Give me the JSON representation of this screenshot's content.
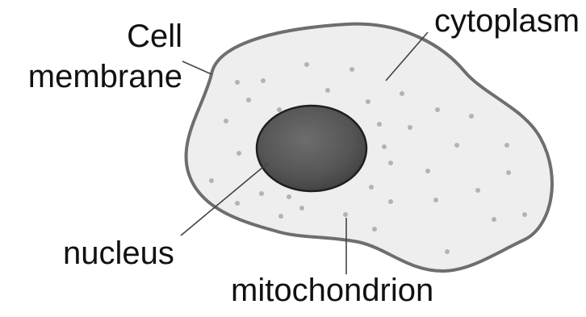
{
  "labels": {
    "cell_membrane_line1": "Cell",
    "cell_membrane_line2": "membrane",
    "cytoplasm": "cytoplasm",
    "nucleus": "nucleus",
    "mitochondrion": "mitochondrion"
  },
  "colors": {
    "cell_fill": "#eeeeee",
    "cell_outline": "#6e6e6e",
    "nucleus_fill": "#555555",
    "nucleus_outline": "#1f1f1f",
    "mitochondria_dots": "#b3b3b3",
    "leader_lines": "#444444",
    "label_text": "#111111"
  }
}
